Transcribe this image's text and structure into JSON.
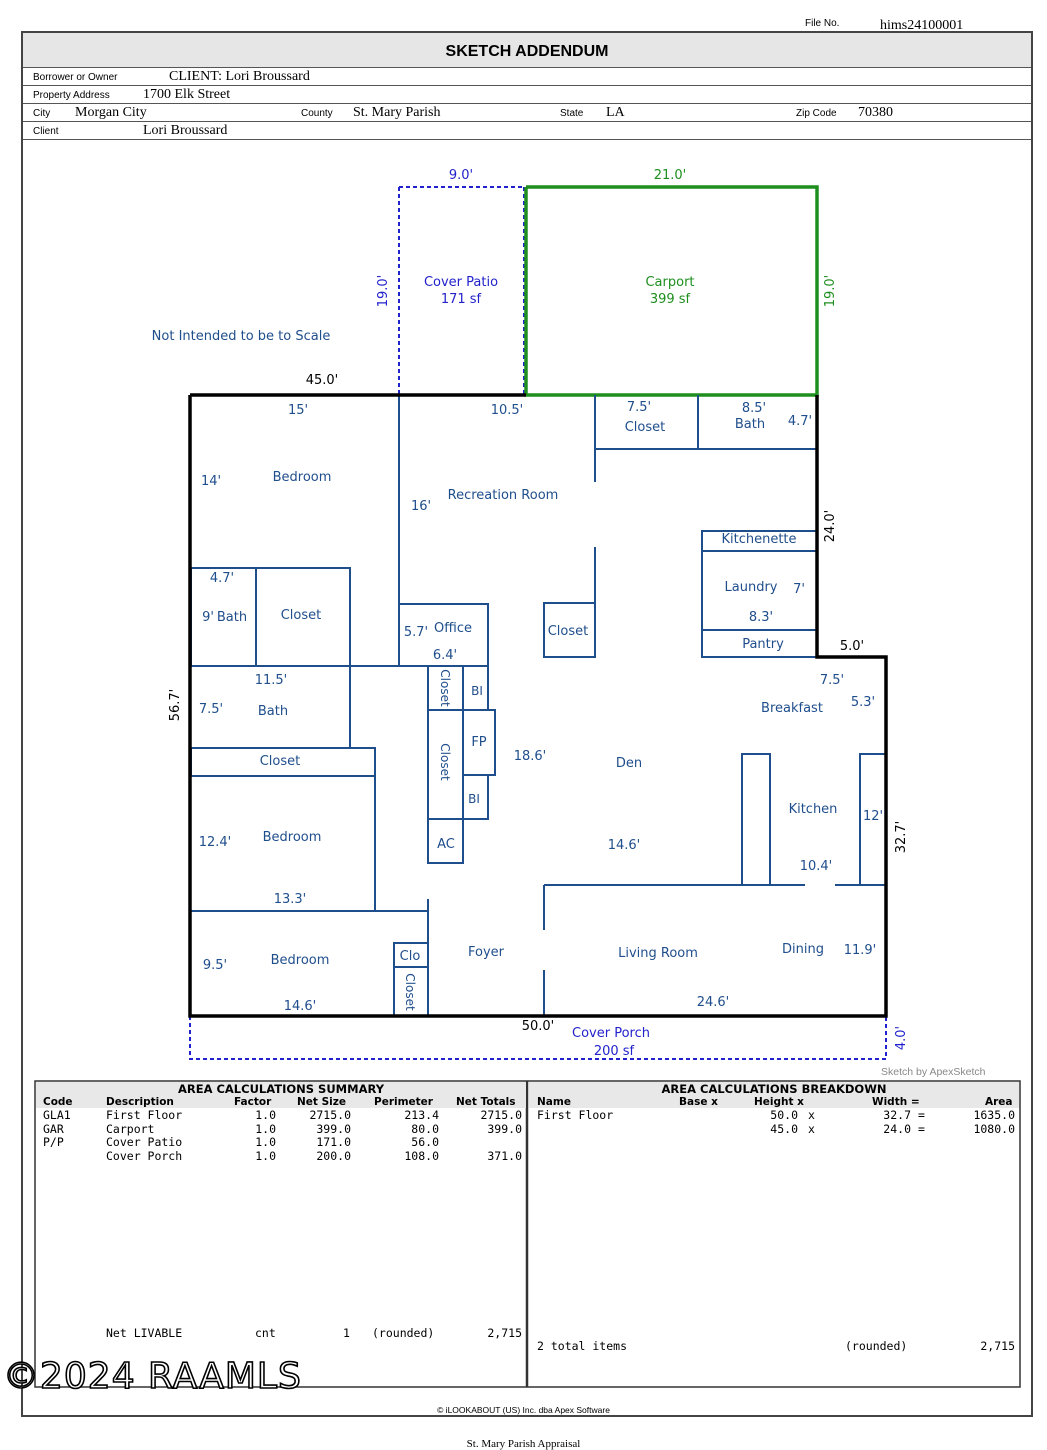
{
  "header": {
    "file_no_label": "File No.",
    "file_no": "hims24100001",
    "title": "SKETCH ADDENDUM",
    "borrower_label": "Borrower or Owner",
    "borrower": "CLIENT: Lori Broussard",
    "address_label": "Property Address",
    "address": "1700 Elk Street",
    "city_label": "City",
    "city": "Morgan City",
    "county_label": "County",
    "county": "St. Mary Parish",
    "state_label": "State",
    "state": "LA",
    "zip_label": "Zip Code",
    "zip": "70380",
    "client_label": "Client",
    "client": "Lori Broussard"
  },
  "sketch": {
    "colors": {
      "outline": "#000000",
      "rooms": "#1f4e8c",
      "patio": "#2222cc",
      "carport": "#1e8f1e"
    },
    "not_to_scale": "Not Intended to be to Scale",
    "dims": {
      "top_9": "9.0'",
      "top_21": "21.0'",
      "patio_19": "19.0'",
      "carport_19": "19.0'",
      "w45": "45.0'",
      "r24": "24.0'",
      "l56": "56.7'",
      "step5": "5.0'",
      "r32": "32.7'",
      "b50": "50.0'",
      "porch4": "4.0'"
    },
    "patio": {
      "name": "Cover Patio",
      "area": "171 sf"
    },
    "carport": {
      "name": "Carport",
      "area": "399 sf"
    },
    "porch": {
      "name": "Cover Porch",
      "area": "200 sf"
    },
    "rooms": {
      "bedroom1": "Bedroom",
      "bed1_w": "15'",
      "bed1_h": "14'",
      "rec": "Recreation Room",
      "rec_w": "10.5'",
      "rec_h": "16'",
      "closet_top": "Closet",
      "closet_top_w": "7.5'",
      "bath_top": "Bath",
      "bath_top_w": "8.5'",
      "bath_top_h": "4.7'",
      "kitchenette": "Kitchenette",
      "laundry": "Laundry",
      "laundry_h": "7'",
      "laundry_w": "8.3'",
      "pantry": "Pantry",
      "bath2_w": "4.7'",
      "bath2_h": "9'",
      "bath2": "Bath",
      "closet2": "Closet",
      "office_h": "5.7'",
      "office": "Office",
      "office_w": "6.4'",
      "closet_mid": "Closet",
      "bath3_w": "11.5'",
      "bath3_h": "7.5'",
      "bath3": "Bath",
      "closet_v1": "Closet",
      "bi1": "BI",
      "closet_v2": "Closet",
      "fp": "FP",
      "bi2": "BI",
      "ac": "AC",
      "closet3": "Closet",
      "bed2_h": "12.4'",
      "bedroom2": "Bedroom",
      "bed2_w": "13.3'",
      "bed3_h": "9.5'",
      "bedroom3": "Bedroom",
      "bed3_w": "14.6'",
      "clo": "Clo",
      "closet_v3": "Closet",
      "den_h": "18.6'",
      "den": "Den",
      "den_w": "14.6'",
      "breakfast_w": "7.5'",
      "breakfast": "Breakfast",
      "breakfast_h": "5.3'",
      "kitchen": "Kitchen",
      "kitchen_h": "12'",
      "kitchen_w": "10.4'",
      "foyer": "Foyer",
      "living": "Living Room",
      "living_w": "24.6'",
      "dining": "Dining",
      "dining_h": "11.9'"
    },
    "apex": "Sketch by ApexSketch"
  },
  "summary": {
    "title": "AREA CALCULATIONS SUMMARY",
    "columns": [
      "Code",
      "Description",
      "Factor",
      "Net Size",
      "Perimeter",
      "Net Totals"
    ],
    "rows": [
      [
        "GLA1",
        "First Floor",
        "1.0",
        "2715.0",
        "213.4",
        "2715.0"
      ],
      [
        "GAR",
        "Carport",
        "1.0",
        "399.0",
        "80.0",
        "399.0"
      ],
      [
        "P/P",
        "Cover Patio",
        "1.0",
        "171.0",
        "56.0",
        ""
      ],
      [
        "",
        "Cover Porch",
        "1.0",
        "200.0",
        "108.0",
        "371.0"
      ]
    ],
    "net_label": "Net LIVABLE",
    "net_cnt": "cnt",
    "net_count": "1",
    "net_rounded": "(rounded)",
    "net_total": "2,715"
  },
  "breakdown": {
    "title": "AREA CALCULATIONS BREAKDOWN",
    "columns": [
      "Name",
      "Base x",
      "Height x",
      "Width =",
      "Area"
    ],
    "name": "First Floor",
    "rows": [
      [
        "50.0",
        "x",
        "32.7",
        "=",
        "1635.0"
      ],
      [
        "45.0",
        "x",
        "24.0",
        "=",
        "1080.0"
      ]
    ],
    "total_items": "2 total items",
    "rounded": "(rounded)",
    "total": "2,715"
  },
  "footer": {
    "credit": "© iLOOKABOUT (US) Inc. dba Apex Software",
    "watermark": "©2024 RAAMLS",
    "bottom": "St. Mary Parish Appraisal"
  }
}
